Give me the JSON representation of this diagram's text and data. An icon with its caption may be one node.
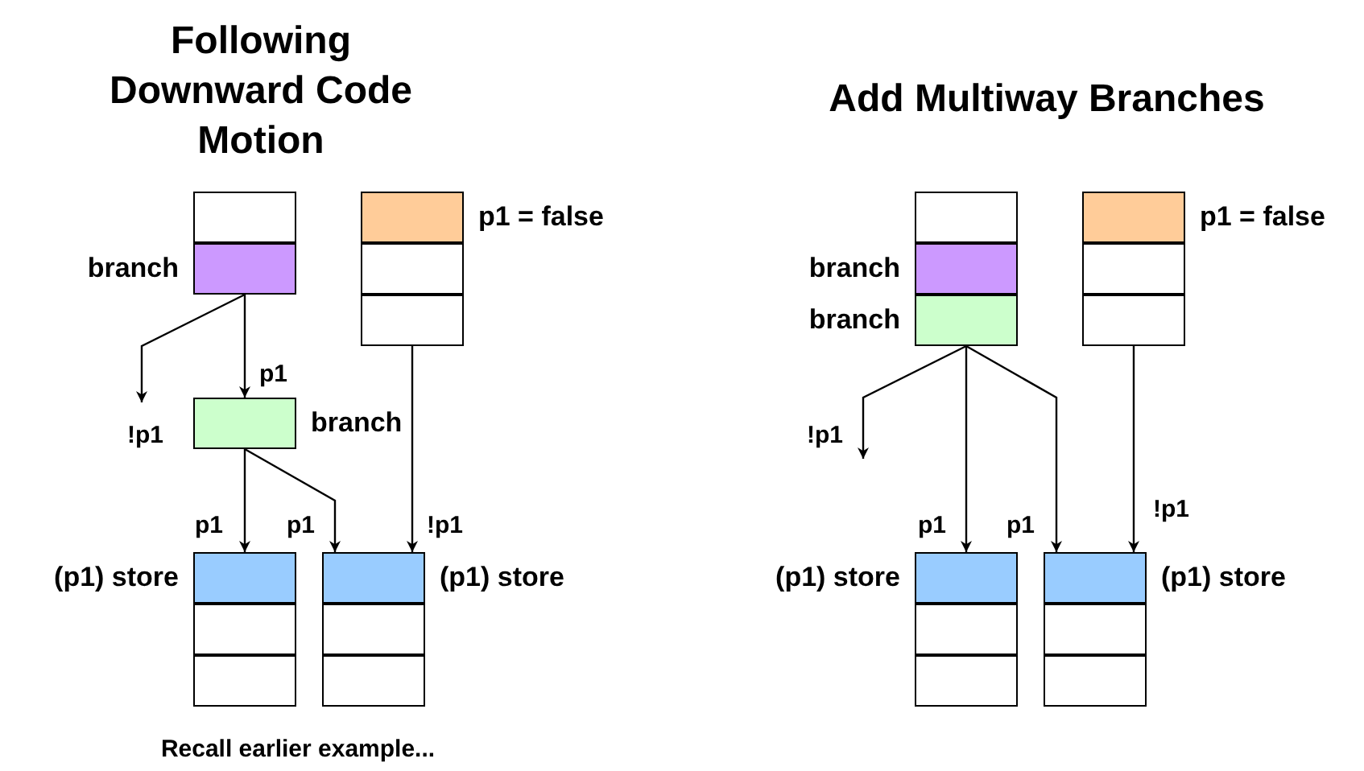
{
  "diagram": {
    "nodes": [
      {
        "text": [],
        "shape": "box"
      },
      {
        "text": [],
        "shape": "box",
        "beside": [
          "branch"
        ]
      },
      {
        "text": [],
        "shape": "box",
        "beside": [
          "p1 = false"
        ]
      },
      {
        "text": [],
        "shape": "box"
      },
      {
        "text": [],
        "shape": "box"
      },
      {
        "text": [],
        "shape": "box",
        "beside": [
          "branch"
        ]
      },
      {
        "text": [],
        "shape": "box",
        "beside": [
          "(p1) store"
        ]
      },
      {
        "text": [],
        "shape": "box"
      },
      {
        "text": [],
        "shape": "box"
      },
      {
        "text": [],
        "shape": "box",
        "beside": [
          "(p1) store"
        ]
      },
      {
        "text": [],
        "shape": "box"
      },
      {
        "text": [],
        "shape": "box"
      },
      {
        "text": [],
        "shape": "box"
      },
      {
        "text": [],
        "shape": "box",
        "beside": [
          "branch"
        ]
      },
      {
        "text": [],
        "shape": "box",
        "beside": [
          "branch"
        ]
      },
      {
        "text": [],
        "shape": "box",
        "beside": [
          "p1 = false"
        ]
      },
      {
        "text": [],
        "shape": "box"
      },
      {
        "text": [],
        "shape": "box"
      },
      {
        "text": [],
        "shape": "box",
        "beside": [
          "(p1) store"
        ]
      },
      {
        "text": [],
        "shape": "box"
      },
      {
        "text": [],
        "shape": "box"
      },
      {
        "text": [],
        "shape": "box",
        "beside": [
          "(p1) store"
        ]
      },
      {
        "text": [],
        "shape": "box"
      },
      {
        "text": [],
        "shape": "box"
      }
    ],
    "edges": [
      {
        "from": 1,
        "to": null,
        "arrow": "to",
        "label": "!p1"
      },
      {
        "from": 1,
        "to": 5,
        "arrow": "to",
        "label": "p1"
      },
      {
        "from": 4,
        "to": 9,
        "arrow": "to",
        "label": "!p1"
      },
      {
        "from": 5,
        "to": 6,
        "arrow": "to",
        "label": "p1"
      },
      {
        "from": 5,
        "to": 9,
        "arrow": "to",
        "label": "p1"
      },
      {
        "from": 14,
        "to": null,
        "arrow": "to",
        "label": "!p1"
      },
      {
        "from": 14,
        "to": 18,
        "arrow": "to",
        "label": "p1"
      },
      {
        "from": 14,
        "to": 21,
        "arrow": "to",
        "label": "p1"
      },
      {
        "from": 17,
        "to": 21,
        "arrow": "to",
        "label": "!p1"
      }
    ],
    "labels": [
      "Following Downward Code Motion",
      "Add Multiway Branches",
      "Recall earlier example..."
    ]
  }
}
